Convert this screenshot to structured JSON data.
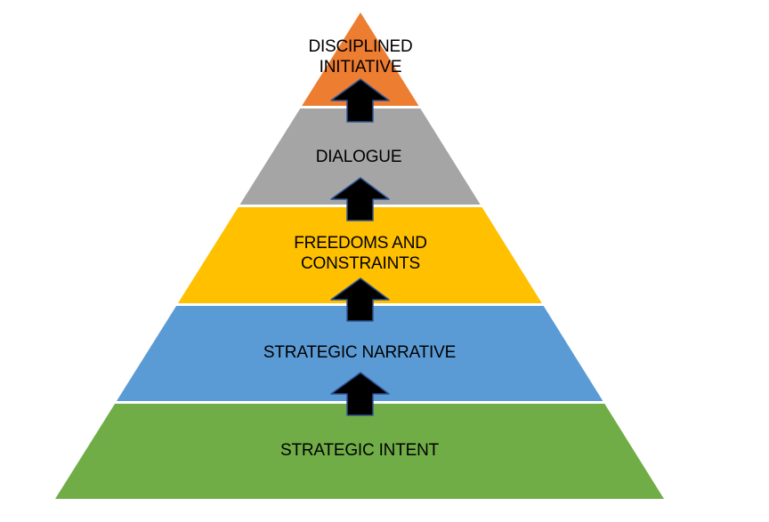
{
  "pyramid": {
    "levels": [
      {
        "label": "DISCIPLINED\nINITIATIVE",
        "color": "#ED7D31"
      },
      {
        "label": "DIALOGUE",
        "color": "#A5A5A5"
      },
      {
        "label": "FREEDOMS AND\nCONSTRAINTS",
        "color": "#FFC000"
      },
      {
        "label": "STRATEGIC NARRATIVE",
        "color": "#5B9BD5"
      },
      {
        "label": "STRATEGIC INTENT",
        "color": "#70AD47"
      }
    ],
    "arrow_color": "#000000",
    "arrow_outline": "#2F528F",
    "arrow_icon": "up-arrow-icon"
  }
}
